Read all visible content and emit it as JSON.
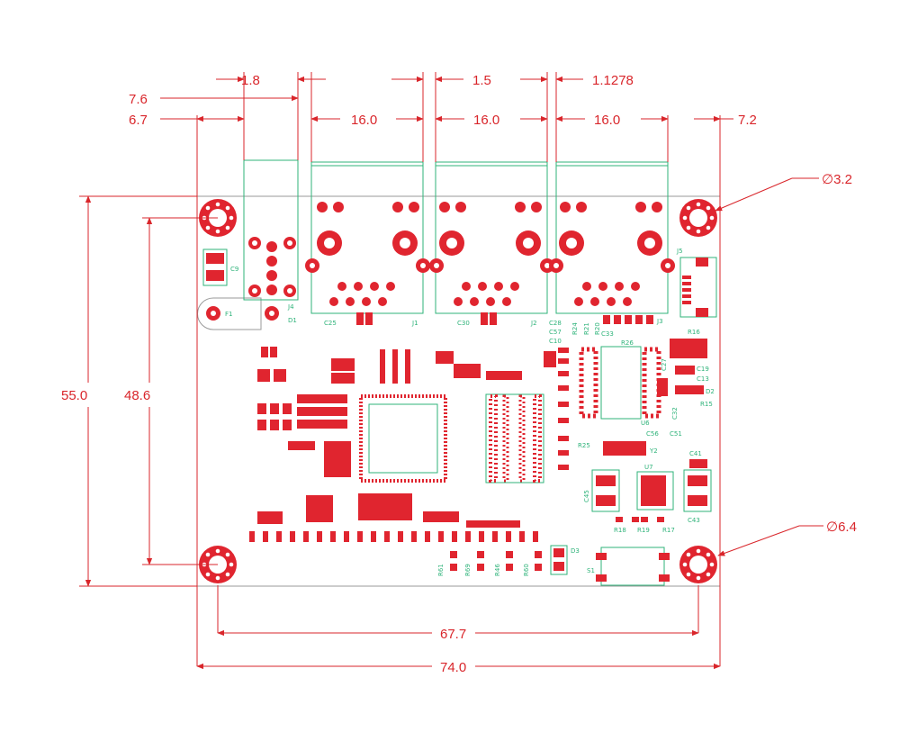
{
  "dimensions": {
    "d_1_8": "1.8",
    "d_1_5": "1.5",
    "d_1_1278": "1.1278",
    "d_7_6": "7.6",
    "d_6_7": "6.7",
    "d_16_a": "16.0",
    "d_16_b": "16.0",
    "d_16_c": "16.0",
    "d_7_2": "7.2",
    "d_hole_small": "∅3.2",
    "d_hole_large": "∅6.4",
    "d_55": "55.0",
    "d_48_6": "48.6",
    "d_67_7": "67.7",
    "d_74": "74.0"
  },
  "labels": {
    "c9": "C9",
    "f1": "F1",
    "j4": "J4",
    "d1": "D1",
    "c25": "C25",
    "j1": "J1",
    "c30": "C30",
    "j2": "J2",
    "c28": "C28",
    "c57": "C57",
    "c10": "C10",
    "r24": "R24",
    "r21": "R21",
    "r20": "R20",
    "c33": "C33",
    "j3": "J3",
    "j5": "J5",
    "r16": "R16",
    "c19": "C19",
    "c13": "C13",
    "d2": "D2",
    "r15": "R15",
    "r26": "R26",
    "c27": "C27",
    "c32": "C32",
    "u6": "U6",
    "c56": "C56",
    "c51": "C51",
    "r25": "R25",
    "y2": "Y2",
    "u7": "U7",
    "c41": "C41",
    "c45": "C45",
    "c43": "C43",
    "r18": "R18",
    "r19": "R19",
    "r17": "R17",
    "d3": "D3",
    "s1": "S1",
    "r61": "R61",
    "r69": "R69",
    "r46": "R46",
    "r60": "R60"
  },
  "colors": {
    "dimension": "#d9262b",
    "pad": "#e0252f",
    "silkscreen": "#2fb37a",
    "outline": "#9a9a9a"
  }
}
